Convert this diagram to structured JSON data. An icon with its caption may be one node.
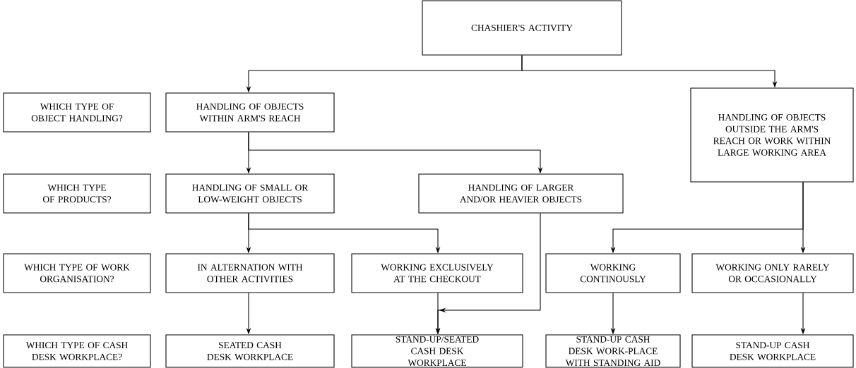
{
  "diagram": {
    "nodes": [
      {
        "text": [
          "CHASHIER'S ACTIVITY"
        ]
      },
      {
        "text": [
          "WHICH TYPE OF OBJECT HANDLING?"
        ]
      },
      {
        "text": [
          "HANDLING OF OBJECTS WITHIN ARM'S REACH"
        ]
      },
      {
        "text": [
          "HANDLING OF OBJECTS OUTSIDE THE ARM'S REACH OR WORK WITHIN LARGE WORKING AREA"
        ]
      },
      {
        "text": [
          "WHICH TYPE OF PRODUCTS?"
        ]
      },
      {
        "text": [
          "HANDLING OF SMALL OR LOW-WEIGHT OBJECTS"
        ]
      },
      {
        "text": [
          "HANDLING OF LARGER AND/OR HEAVIER OBJECTS"
        ]
      },
      {
        "text": [
          "WHICH TYPE OF WORK ORGANISATION?"
        ]
      },
      {
        "text": [
          "IN ALTERNATION WITH OTHER ACTIVITIES"
        ]
      },
      {
        "text": [
          "WORKING EXCLUSIVELY AT THE CHECKOUT"
        ]
      },
      {
        "text": [
          "WORKING CONTINOUSLY"
        ]
      },
      {
        "text": [
          "WORKING ONLY RARELY OR OCCASIONALLY"
        ]
      },
      {
        "text": [
          "WHICH TYPE OF CASH DESK WORKPLACE?"
        ]
      },
      {
        "text": [
          "SEATED CASH DESK WORKPLACE"
        ]
      },
      {
        "text": [
          "STAND-UP/SEATED CASH DESK WORKPLACE"
        ]
      },
      {
        "text": [
          "STAND-UP CASH DESK WORK-PLACE WITH STANDING AID"
        ]
      },
      {
        "text": [
          "STAND-UP CASH DESK WORKPLACE"
        ]
      }
    ],
    "edges": [
      {
        "from": 0,
        "to": 2,
        "arrow": "to"
      },
      {
        "from": 0,
        "to": 3,
        "arrow": "to"
      },
      {
        "from": 2,
        "to": 5,
        "arrow": "to"
      },
      {
        "from": 2,
        "to": 6,
        "arrow": "to"
      },
      {
        "from": 5,
        "to": 8,
        "arrow": "to"
      },
      {
        "from": 5,
        "to": 9,
        "arrow": "to"
      },
      {
        "from": 3,
        "to": 10,
        "arrow": "to"
      },
      {
        "from": 3,
        "to": 11,
        "arrow": "to"
      },
      {
        "from": 8,
        "to": 13,
        "arrow": "to"
      },
      {
        "from": 9,
        "to": 14,
        "arrow": "to"
      },
      {
        "from": 6,
        "to": 14,
        "arrow": "to"
      },
      {
        "from": 10,
        "to": 15,
        "arrow": "to"
      },
      {
        "from": 11,
        "to": 16,
        "arrow": "to"
      }
    ]
  }
}
